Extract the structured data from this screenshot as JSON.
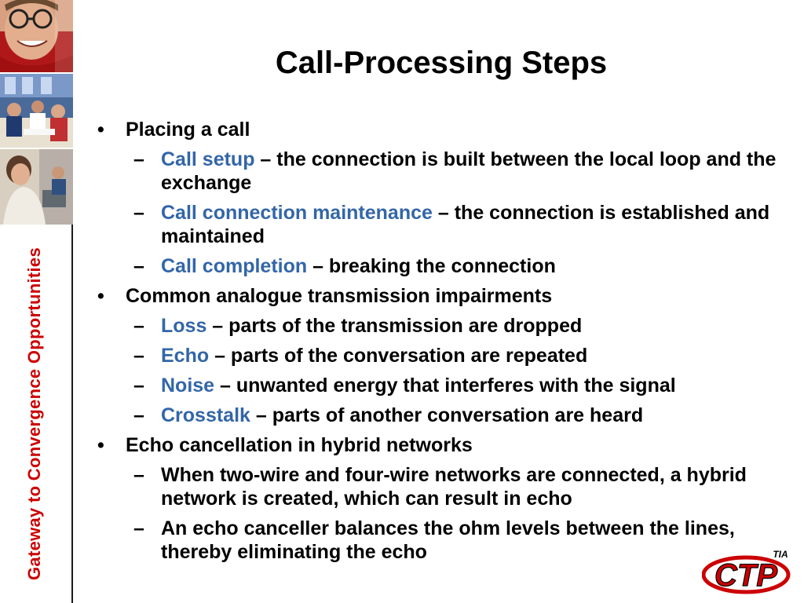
{
  "slide": {
    "title": "Call-Processing Steps",
    "sidebar_tagline": "Gateway to Convergence Opportunities",
    "bullets": [
      {
        "text": "Placing a call",
        "subs": [
          {
            "term": "Call setup",
            "rest": " – the connection is built between the local loop and the exchange"
          },
          {
            "term": "Call connection maintenance",
            "rest": " – the connection is established and maintained"
          },
          {
            "term": "Call completion",
            "rest": " – breaking the connection"
          }
        ]
      },
      {
        "text": "Common analogue transmission impairments",
        "subs": [
          {
            "term": "Loss",
            "rest": " – parts of the transmission are dropped"
          },
          {
            "term": "Echo",
            "rest": " – parts of the conversation are repeated"
          },
          {
            "term": "Noise",
            "rest": " – unwanted energy that interferes with the signal"
          },
          {
            "term": "Crosstalk",
            "rest": " – parts of another conversation are heard"
          }
        ]
      },
      {
        "text": "Echo cancellation in hybrid networks",
        "subs": [
          {
            "term": "",
            "rest": "When two-wire and four-wire networks are connected, a hybrid network is created, which can result in echo"
          },
          {
            "term": "",
            "rest": "An echo canceller balances the ohm levels between the lines, thereby eliminating the echo"
          }
        ]
      }
    ],
    "bullet_marker": "•",
    "sub_marker": "–",
    "logo": {
      "main": "CTP",
      "super": "TIA"
    },
    "colors": {
      "term": "#3366a8",
      "tagline": "#cc0000",
      "logo_red": "#cc0000"
    }
  }
}
